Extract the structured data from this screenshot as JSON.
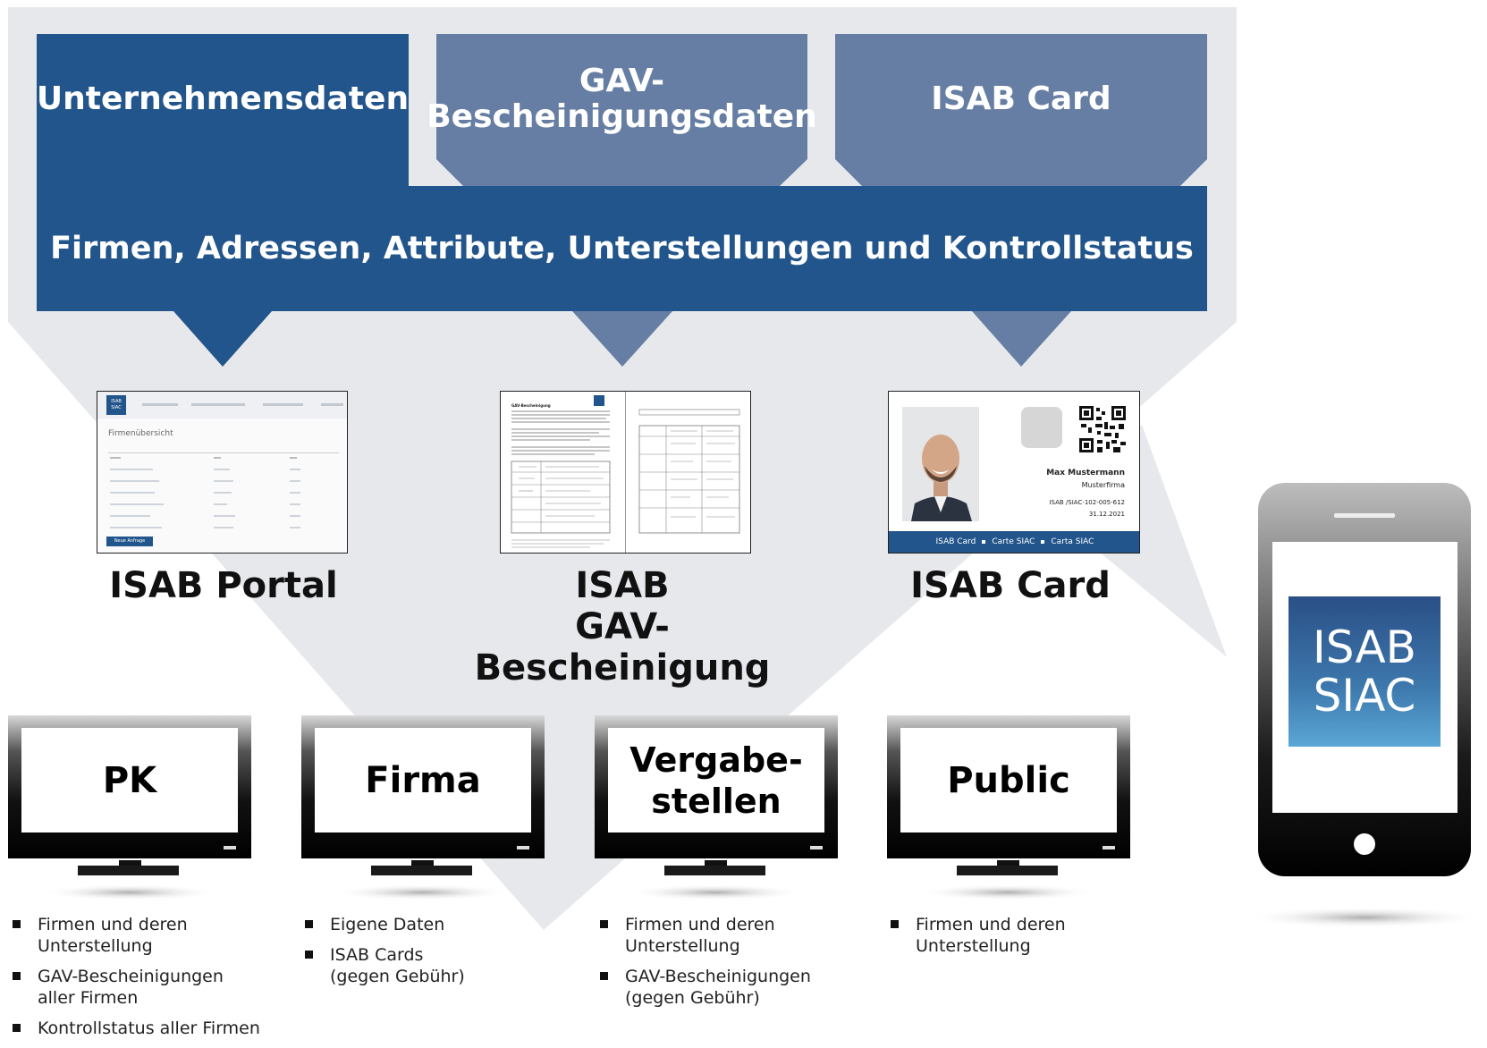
{
  "colors": {
    "background_panel": "#e6e8ec",
    "primary_blue": "#22558b",
    "secondary_blue": "#667ea3",
    "monitor_black": "#111111",
    "app_gradient_top": "#2a4f86",
    "app_gradient_bottom": "#5aa7d6"
  },
  "top_boxes": [
    {
      "label": "Unternehmensdaten",
      "style": "primary"
    },
    {
      "label": "GAV-\nBescheinigungsdaten",
      "style": "secondary"
    },
    {
      "label": "ISAB Card",
      "style": "secondary"
    }
  ],
  "bar": {
    "label": "Firmen, Adressen, Attribute, Unterstellungen und Kontrollstatus"
  },
  "products": [
    {
      "label": "ISAB Portal",
      "thumb": "portal"
    },
    {
      "label": "ISAB\nGAV-Bescheinigung",
      "thumb": "document"
    },
    {
      "label": "ISAB Card",
      "thumb": "card"
    }
  ],
  "portal_thumb": {
    "logo": "ISAB SIAC",
    "title": "Firmenübersicht",
    "button": "Neue Anfrage"
  },
  "doc_thumb": {
    "title": "GAV-Bescheinigung"
  },
  "card": {
    "name": "Max Mustermann",
    "company": "Musterfirma",
    "id": "ISAB /SIAC-102-005-612",
    "date": "31.12.2021",
    "footer": [
      "ISAB Card",
      "Carte SIAC",
      "Carta SIAC"
    ]
  },
  "audiences": [
    {
      "label": "PK",
      "bullets": [
        "Firmen und deren\nUnterstellung",
        "GAV-Bescheinigungen\naller Firmen",
        "Kontrollstatus aller Firmen"
      ]
    },
    {
      "label": "Firma",
      "bullets": [
        "Eigene Daten",
        "ISAB Cards\n(gegen Gebühr)"
      ]
    },
    {
      "label": "Vergabe-\nstellen",
      "bullets": [
        "Firmen und deren\nUnterstellung",
        "GAV-Bescheinigungen\n(gegen Gebühr)"
      ]
    },
    {
      "label": "Public",
      "bullets": [
        "Firmen und deren\nUnterstellung"
      ]
    }
  ],
  "app": {
    "line1": "ISAB",
    "line2": "SIAC"
  }
}
